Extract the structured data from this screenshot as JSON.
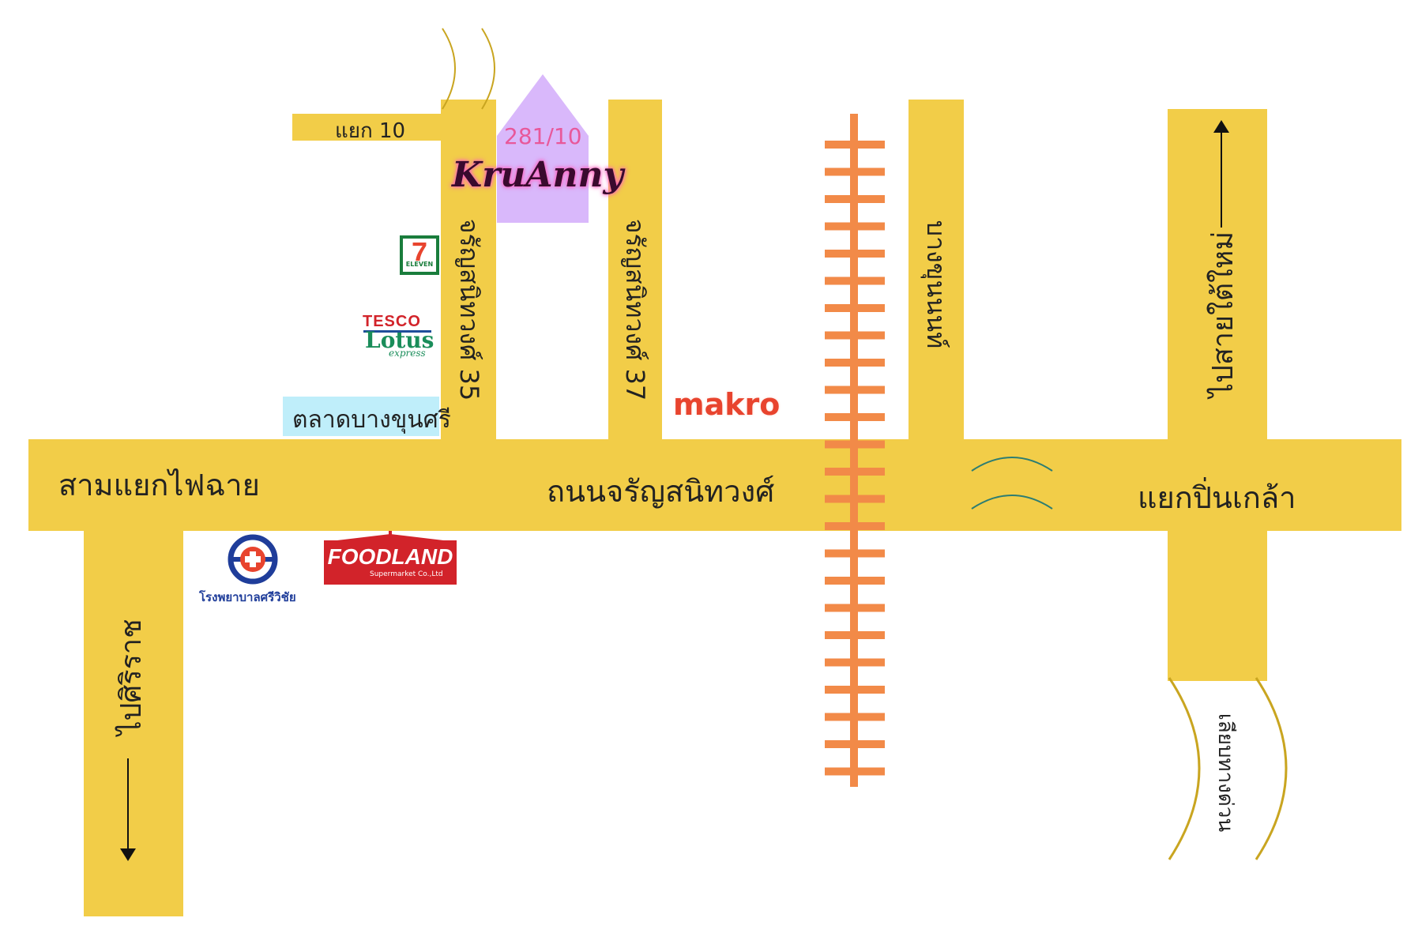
{
  "labels": {
    "road_main": "ถนนจรัญสนิทวงศ์",
    "junction_left": "สามแยกไฟฉาย",
    "junction_right": "แยกปิ่นเกล้า",
    "soi10": "แยก 10",
    "soi35": "จรัญสนิทวงศ์ 35",
    "soi37": "จรัญสนิทวงศ์ 37",
    "bang_khun_non": "บางขุนนนท์",
    "to_siriraj": "ไปศิริราช",
    "to_south_bus": "ไปสายใต้ใหม่",
    "democracy": "เลียบทางด่วน",
    "market": "ตลาดบางขุนศรี",
    "address": "281/10",
    "school": "KruAnny",
    "makro": "makro",
    "hospital": "โรงพยาบาลศรีวิชัย",
    "foodland_brand": "FOODLAND",
    "foodland_sub": "Supermarket Co.,Ltd",
    "seven_digit": "7",
    "seven_word": "ELEVEN",
    "tesco": "TESCO",
    "lotus": "Lotus",
    "express": "express"
  },
  "colors": {
    "road": "#f2cd48",
    "rail": "#f28a48",
    "house": "#d9b8fb",
    "market_bg": "#bfeefa",
    "makro": "#e8442e",
    "address": "#e8589a",
    "bridge_arc": "#2d7d72",
    "expressway_arc": "#c9a520"
  }
}
